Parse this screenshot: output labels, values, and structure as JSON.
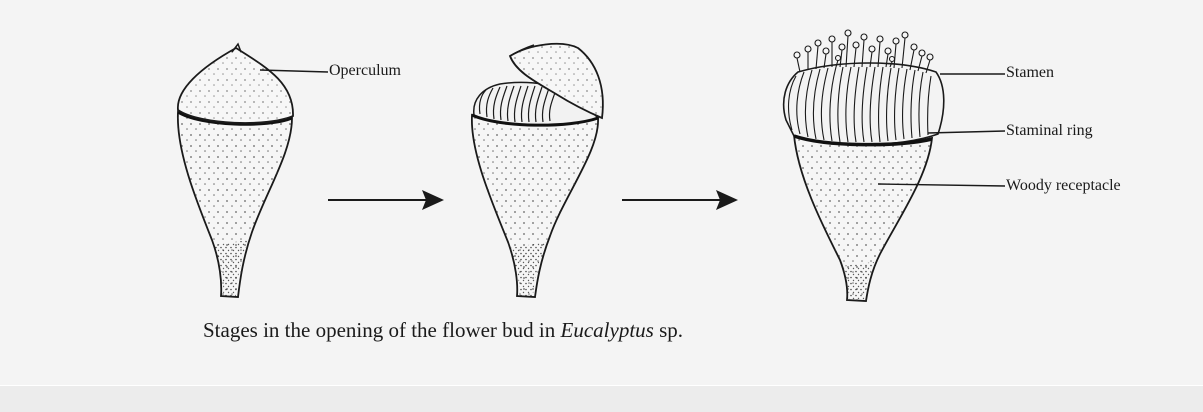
{
  "labels": {
    "operculum": "Operculum",
    "stamen": "Stamen",
    "staminal_ring": "Staminal ring",
    "woody_receptacle": "Woody receptacle"
  },
  "caption": {
    "text": "Stages in the opening of the flower bud in",
    "genus": "Eucalyptus",
    "suffix": "sp."
  }
}
